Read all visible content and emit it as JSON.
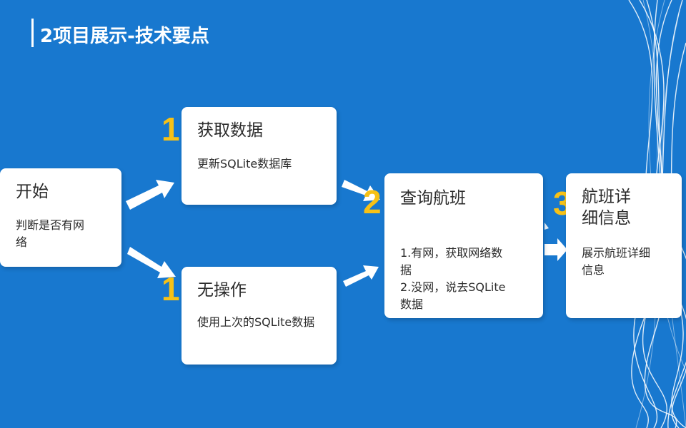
{
  "slide": {
    "title": "2项目展示-技术要点"
  },
  "steps": {
    "start": {
      "heading": "开始",
      "body_lines": [
        "判断是否有网",
        "络"
      ]
    },
    "fetch": {
      "number": "1",
      "heading": "获取数据",
      "body": "更新SQLite数据库"
    },
    "noop": {
      "number": "1",
      "heading": "无操作",
      "body": "使用上次的SQLite数据"
    },
    "query": {
      "number": "2",
      "heading": "查询航班",
      "body_lines": [
        "1.有网，获取网络数",
        "据",
        "2.没网，说去SQLite",
        "数据"
      ]
    },
    "detail": {
      "number": "3",
      "heading_lines": [
        "航班详",
        "细信息"
      ],
      "body_lines": [
        "展示航班详细",
        "信息"
      ]
    }
  },
  "colors": {
    "background": "#1878cf",
    "box": "#ffffff",
    "number": "#f7c116",
    "arrow": "#ffffff"
  }
}
